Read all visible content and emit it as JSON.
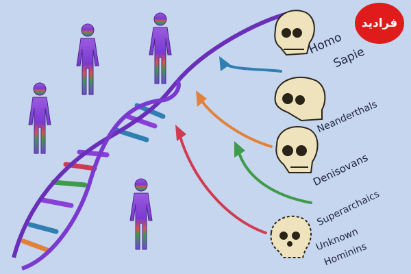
{
  "labels": {
    "homo": "Homo",
    "sapiens": "Sapie",
    "neanderthals": "Neanderthals",
    "denisovans": "Denisovans",
    "superarchaics": "Superarchaics",
    "unknown_line1": "Unknown",
    "unknown_line2": "Hominins"
  },
  "logo_text": "فرادید",
  "colors": {
    "background": "#c6d6ee",
    "figure_purple": "#8a3fd8",
    "arrow_blue": "#2f7fb3",
    "arrow_orange": "#e2813a",
    "arrow_green": "#3f9a4a",
    "arrow_red": "#cf3b52",
    "strand_purple": "#6a2fb8",
    "skull_bone": "#efe3bd",
    "logo_red": "#e01b1b"
  }
}
